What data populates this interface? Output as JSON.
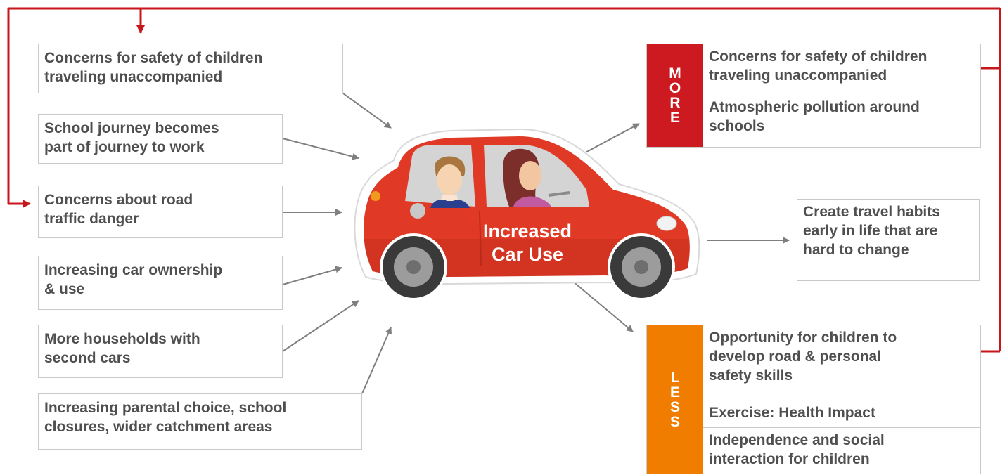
{
  "center": {
    "label_line1": "Increased",
    "label_line2": "Car Use"
  },
  "causes": [
    {
      "line1": "Concerns for safety of children",
      "line2": "traveling unaccompanied"
    },
    {
      "line1": "School journey becomes",
      "line2": "part of journey to work"
    },
    {
      "line1": "Concerns about road",
      "line2": "traffic danger"
    },
    {
      "line1": "Increasing car ownership",
      "line2": "& use"
    },
    {
      "line1": "More households with",
      "line2": "second cars"
    },
    {
      "line1": "Increasing parental choice, school",
      "line2": "closures, wider catchment areas"
    }
  ],
  "more": {
    "letters": [
      "M",
      "O",
      "R",
      "E"
    ],
    "items": [
      {
        "line1": "Concerns for safety of children",
        "line2": "traveling unaccompanied"
      },
      {
        "line1": "Atmospheric pollution around",
        "line2": "schools"
      }
    ]
  },
  "habits": {
    "line1": "Create travel habits",
    "line2": "early in life that are",
    "line3": "hard to change"
  },
  "less": {
    "letters": [
      "L",
      "E",
      "S",
      "S"
    ],
    "items": [
      {
        "line1": "Opportunity for children to",
        "line2": "develop road & personal",
        "line3": "safety skills"
      },
      {
        "line1": "Exercise: Health Impact"
      },
      {
        "line1": "Independence and social",
        "line2": "interaction for children"
      }
    ]
  },
  "colors": {
    "more": "#cc1a20",
    "less": "#f07d00",
    "car": "#e03a26",
    "feedback": "#c8161d",
    "arrow": "#7f7f7f",
    "text": "#4f4f4f"
  }
}
